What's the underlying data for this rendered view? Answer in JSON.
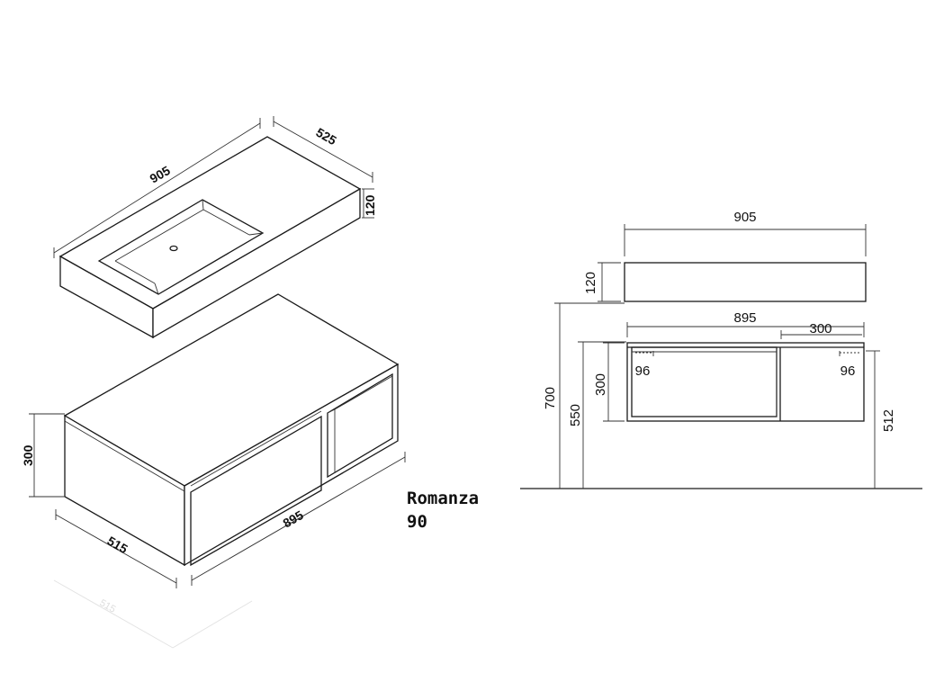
{
  "product": {
    "name": "Romanza",
    "model": "90"
  },
  "iso_view": {
    "basin_length": "905",
    "basin_depth": "525",
    "basin_height": "120",
    "cabinet_height": "300",
    "cabinet_depth": "515",
    "cabinet_length": "895",
    "ghost_label": "515"
  },
  "front_view": {
    "basin_width": "905",
    "basin_height": "120",
    "cabinet_width": "895",
    "shelf_width": "300",
    "cabinet_height": "300",
    "total_height": "700",
    "floor_to_cabinet": "550",
    "right_height": "512",
    "offset_left": "96",
    "offset_right": "96"
  }
}
